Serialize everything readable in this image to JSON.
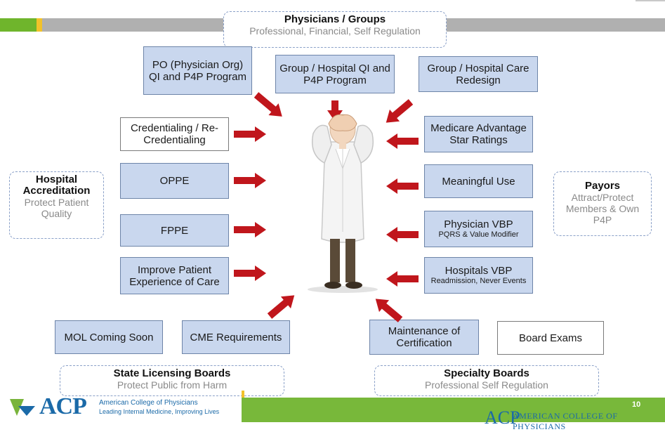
{
  "callouts": {
    "physicians": {
      "title": "Physicians / Groups",
      "subtitle": "Professional, Financial, Self Regulation"
    },
    "hospital": {
      "title": "Hospital Accreditation",
      "subtitle": "Protect Patient Quality"
    },
    "payors": {
      "title": "Payors",
      "subtitle": "Attract/Protect Members & Own P4P"
    },
    "state": {
      "title": "State Licensing Boards",
      "subtitle": "Protect Public from Harm"
    },
    "specialty": {
      "title": "Specialty Boards",
      "subtitle": "Professional Self Regulation"
    }
  },
  "boxes": {
    "po": "PO (Physician Org) QI and P4P Program",
    "group_qi": "Group / Hospital QI and P4P Program",
    "group_care": "Group / Hospital Care Redesign",
    "credentialing": "Credentialing / Re-Credentialing",
    "oppe": "OPPE",
    "fppe": "FPPE",
    "patient_exp": "Improve Patient Experience of Care",
    "medicare": "Medicare Advantage Star Ratings",
    "meaningful": "Meaningful Use",
    "phys_vbp": {
      "main": "Physician VBP",
      "sub": "PQRS & Value Modifier"
    },
    "hosp_vbp": {
      "main": "Hospitals VBP",
      "sub": "Readmission, Never Events"
    },
    "mol": "MOL Coming Soon",
    "cme": "CME Requirements",
    "moc": "Maintenance of Certification",
    "board": "Board Exams"
  },
  "footer": {
    "logo_acp": "ACP",
    "logo_line1": "American College of Physicians",
    "logo_line2": "Leading Internal Medicine, Improving Lives",
    "right_acp": "ACP",
    "right_text": "AMERICAN COLLEGE OF PHYSICIANS",
    "page_number": "10"
  },
  "colors": {
    "box_fill": "#c9d7ee",
    "arrow": "#c0161c",
    "green": "#6fb52c",
    "yellow": "#f2c22a",
    "acp_blue": "#1b6aa8"
  }
}
